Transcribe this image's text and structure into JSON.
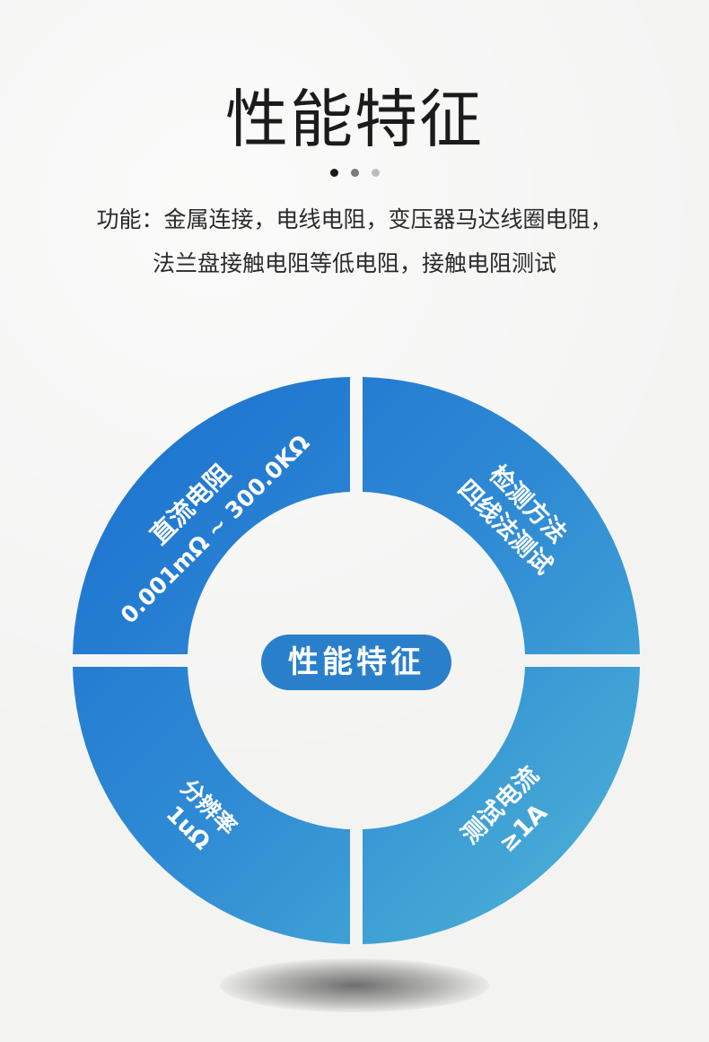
{
  "header": {
    "title": "性能特征",
    "description_line1": "功能：金属连接，电线电阻，变压器马达线圈电阻，",
    "description_line2": "法兰盘接触电阻等低电阻，接触电阻测试"
  },
  "ring": {
    "center_label": "性能特征",
    "segments": {
      "top_left": {
        "line1": "直流电阻",
        "line2": "0.001mΩ ~ 300.0KΩ"
      },
      "top_right": {
        "line1": "检测方法",
        "line2": "四线法测试"
      },
      "bottom_left": {
        "line1": "分辨率",
        "line2": "1uΩ"
      },
      "bottom_right": {
        "line1": "测试电流",
        "line2": "≥1A"
      }
    }
  },
  "colors": {
    "ring_dark": "#1a6fcf",
    "ring_mid": "#2f8ad4",
    "ring_light": "#4fb0d6",
    "pill": "#2a7fcb",
    "title": "#1b1b1b"
  }
}
